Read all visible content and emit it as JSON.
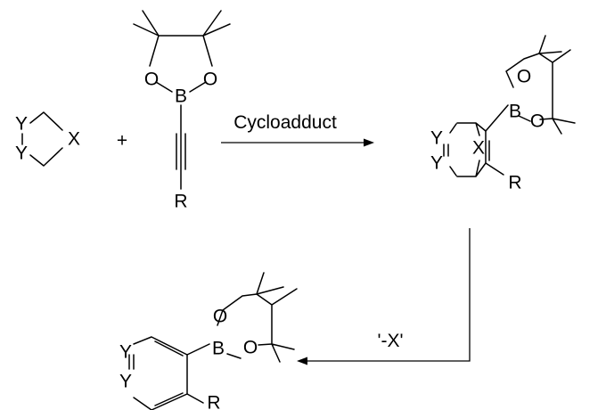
{
  "reaction": {
    "plus": "+",
    "step1_label": "Cycloadduct",
    "step2_label": "'-X'"
  },
  "atoms": {
    "y": "Y",
    "x": "X",
    "o": "O",
    "b": "B",
    "r": "R"
  },
  "colors": {
    "ink": "#000000",
    "background": "#ffffff"
  }
}
